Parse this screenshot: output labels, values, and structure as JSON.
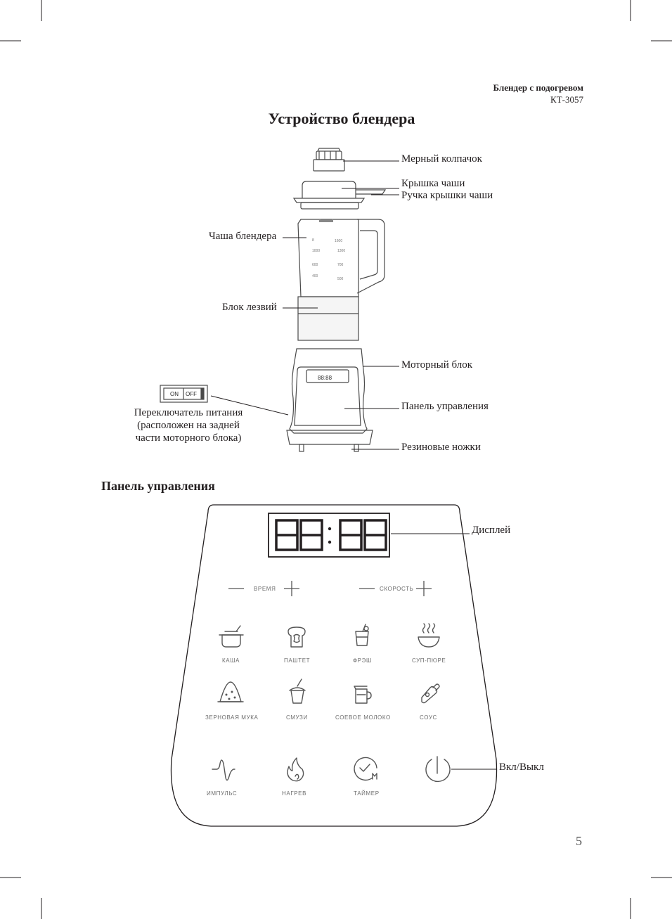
{
  "header": {
    "title": "Блендер с подогревом",
    "model": "КТ-3057"
  },
  "main_title": "Устройство блендера",
  "parts": {
    "cap": "Мерный колпачок",
    "lid": "Крышка чаши",
    "lid_handle": "Ручка крышки чаши",
    "jar": "Чаша блендера",
    "blade": "Блок лезвий",
    "motor": "Моторный блок",
    "panel": "Панель управления",
    "feet": "Резиновые ножки",
    "switch": [
      "Переключатель питания",
      "(расположен на задней",
      "части моторного блока)"
    ]
  },
  "switch_labels": {
    "on": "ON",
    "off": "OFF"
  },
  "section_title": "Панель управления",
  "display": {
    "digits": "88:88",
    "label": "Дисплей"
  },
  "controls": {
    "time": "ВРЕМЯ",
    "speed": "СКОРОСТЬ",
    "minus": "—",
    "plus": "+"
  },
  "programs": [
    {
      "label": "КАША",
      "icon": "pot-icon"
    },
    {
      "label": "ПАШТЕТ",
      "icon": "toast-icon"
    },
    {
      "label": "ФРЭШ",
      "icon": "juice-glass-icon"
    },
    {
      "label": "СУП-ПЮРЕ",
      "icon": "soup-bowl-icon"
    },
    {
      "label": "ЗЕРНОВАЯ МУКА",
      "icon": "grain-pile-icon"
    },
    {
      "label": "СМУЗИ",
      "icon": "smoothie-cup-icon"
    },
    {
      "label": "СОЕВОЕ МОЛОКО",
      "icon": "milk-jug-icon"
    },
    {
      "label": "СОУС",
      "icon": "sauce-bottle-icon"
    }
  ],
  "bottom_buttons": [
    {
      "label": "ИМПУЛЬС",
      "icon": "pulse-icon"
    },
    {
      "label": "НАГРЕВ",
      "icon": "flame-icon"
    },
    {
      "label": "ТАЙМЕР",
      "icon": "timer-icon"
    }
  ],
  "power": {
    "label": "Вкл/Выкл",
    "icon": "power-icon"
  },
  "page_number": "5"
}
